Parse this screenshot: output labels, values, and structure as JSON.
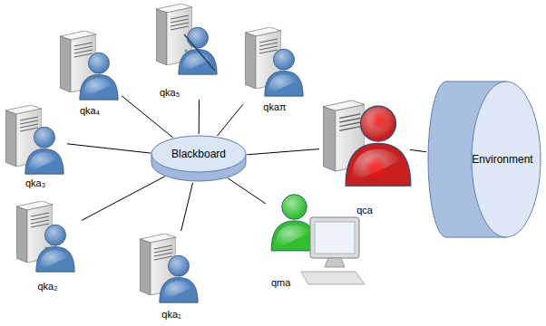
{
  "diagram": {
    "nodes": [
      {
        "text": [
          "qka₅"
        ]
      },
      {
        "text": [
          "qka₄"
        ]
      },
      {
        "text": [
          "qkaπ"
        ]
      },
      {
        "text": [
          "qka₃"
        ]
      },
      {
        "text": [
          "Blackboard"
        ]
      },
      {
        "text": [
          "qca"
        ]
      },
      {
        "text": [
          "Environment"
        ]
      },
      {
        "text": [
          "qka₂"
        ]
      },
      {
        "text": [
          "qma"
        ]
      },
      {
        "text": [
          "qka₁"
        ]
      }
    ],
    "edges": [
      {
        "from": 4,
        "to": 0,
        "arrow": "none"
      },
      {
        "from": 4,
        "to": 1,
        "arrow": "none"
      },
      {
        "from": 4,
        "to": 2,
        "arrow": "none"
      },
      {
        "from": 4,
        "to": 3,
        "arrow": "none"
      },
      {
        "from": 4,
        "to": 5,
        "arrow": "none"
      },
      {
        "from": 4,
        "to": 7,
        "arrow": "none"
      },
      {
        "from": 4,
        "to": 8,
        "arrow": "none"
      },
      {
        "from": 4,
        "to": 9,
        "arrow": "none"
      },
      {
        "from": 5,
        "to": 6,
        "arrow": "none"
      }
    ]
  }
}
